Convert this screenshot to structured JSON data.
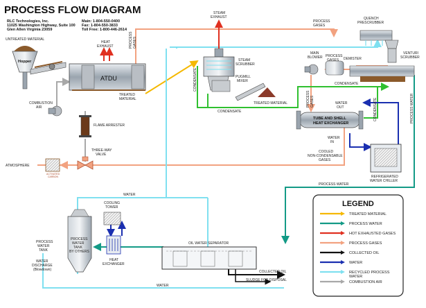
{
  "header": {
    "title": "PROCESS FLOW DIAGRAM",
    "company": "RLC Technologies, Inc.",
    "address1": "11025 Washington Highway, Suite 100",
    "address2": "Glen Allen Virginia 23059",
    "main_phone": "Main: 1-804-550-0400",
    "fax": "Fax:   1-804-550-3833",
    "toll_free": "Toll Free: 1-800-446-2614"
  },
  "labels": {
    "untreated_material": "UNTREATED MATERIAL",
    "hopper": "Hopper",
    "heat_exhaust_1": "HEAT",
    "heat_exhaust_2": "EXHAUST",
    "atdu": "ATDU",
    "treated_material_1": "TREATED",
    "treated_material_2": "MATERIAL",
    "combustion_air_1": "COMBUSTION",
    "combustion_air_2": "AIR",
    "flame_arrester": "FLAME ARRESTER",
    "three_way_1": "THREE-WAY",
    "three_way_2": "VALVE",
    "atmosphere": "ATMOSPHERE",
    "activated_1": "ACTIVATED",
    "activated_2": "CARBON",
    "process_gases_v1": "PROCESS",
    "process_gases_v2": "GASES",
    "steam_exhaust_1": "STEAM",
    "steam_exhaust_2": "EXHAUST",
    "steam_scrubber_1": "STEAM",
    "steam_scrubber_2": "SCRUBBER",
    "pugmill_1": "PUGMILL",
    "pugmill_2": "MIXER",
    "treated_material_right": "TREATED MATERIAL",
    "condensate_v": "CONDENSATE",
    "condensate_bottom": "CONDENSATE",
    "condensate_mid": "CONDENSATE",
    "condensate_right": "CONDENSATE",
    "process_gases_top_1": "PROCESS",
    "process_gases_top_2": "GASES",
    "quench_1": "QUENCH",
    "quench_2": "PRESCRUBBER",
    "venturi_1": "VENTURI",
    "venturi_2": "SCRUBBER",
    "main_blower_1": "MAIN",
    "main_blower_2": "BLOWER",
    "process_gases_mid_1": "PROCESS",
    "process_gases_mid_2": "GASES",
    "demister": "DEMISTER",
    "process_gases_vert_1": "PROCESS",
    "process_gases_vert_2": "GASES",
    "water_out_1": "WATER",
    "water_out_2": "OUT",
    "tube_shell_1": "TUBE AND SHELL",
    "tube_shell_2": "HEAT EXCHANGER",
    "water_in_1": "WATER",
    "water_in_2": "IN",
    "cooled_1": "COOLED",
    "cooled_2": "NON-CONDENSABLE",
    "cooled_3": "GASES",
    "chiller_1": "REFRIGERATED",
    "chiller_2": "WATER CHILLER",
    "process_water_v": "PROCESS WATER",
    "process_water_h": "PROCESS WATER",
    "water_top": "WATER",
    "water_bottom": "WATER",
    "cooling_1": "COOLING",
    "cooling_2": "TOWER",
    "pw_tank_1": "PROCESS",
    "pw_tank_2": "WATER",
    "pw_tank_3": "TANK",
    "pw_tank_4": "BY OTHERS",
    "pw_tank_side_1": "PROCESS",
    "pw_tank_side_2": "WATER",
    "pw_tank_side_3": "TANK",
    "discharge_1": "WATER",
    "discharge_2": "DISCHARGE",
    "discharge_3": "(Blowdown)",
    "heat_exchanger_1": "HEAT",
    "heat_exchanger_2": "EXCHANGER",
    "oil_sep": "OIL WATER SEPARATOR",
    "collected_oil": "COLLECTED OIL",
    "sludge": "SLUDGE FOR DISPOSAL"
  },
  "legend": {
    "title": "LEGEND",
    "items": [
      {
        "label": "TREATED MATERIAL",
        "color": "#f5b800"
      },
      {
        "label": "PROCESS WATER",
        "color": "#139a86"
      },
      {
        "label": "HOT EXHAUSTED GASES",
        "color": "#e03020"
      },
      {
        "label": "PROCESS GASES",
        "color": "#f2a280"
      },
      {
        "label": "COLLECTED OIL",
        "color": "#111111"
      },
      {
        "label": "WATER",
        "color": "#1a2fb0"
      },
      {
        "label": "RECYCLED PROCESS WATER",
        "color": "#7fe0f0"
      },
      {
        "label": "COMBUSTION AIR",
        "color": "#a8a8a8"
      }
    ]
  }
}
